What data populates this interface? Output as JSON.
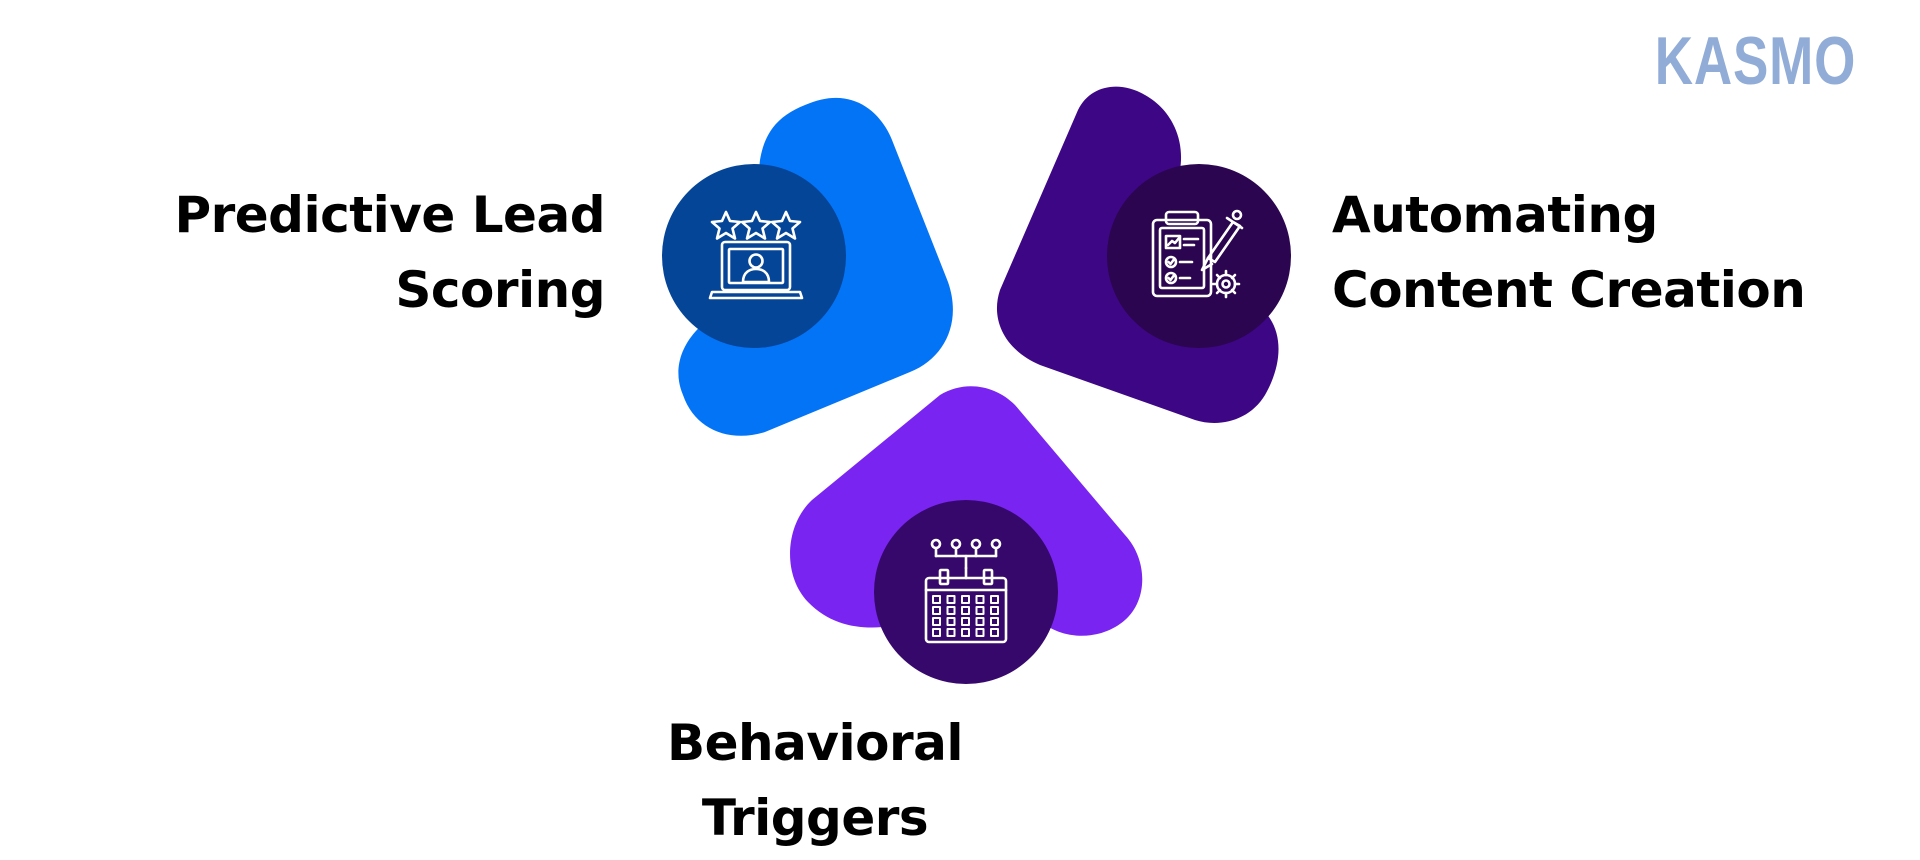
{
  "brand": {
    "logo_text": "KASMO",
    "logo_color": "#91acd6"
  },
  "colors": {
    "blue_petal": "#0474f7",
    "blue_circle": "#054597",
    "indigo_petal": "#3d0684",
    "indigo_circle": "#2b054f",
    "violet_petal": "#7a24f1",
    "violet_circle": "#36086b",
    "icon_stroke": "#ffffff"
  },
  "items": [
    {
      "title_lines": [
        "Predictive Lead",
        "Scoring"
      ],
      "icon": "laptop-user-rating-icon"
    },
    {
      "title_lines": [
        "Automating",
        "Content Creation"
      ],
      "icon": "clipboard-robot-gear-icon"
    },
    {
      "title_lines": [
        "Behavioral",
        "Triggers"
      ],
      "icon": "calendar-network-icon"
    }
  ]
}
